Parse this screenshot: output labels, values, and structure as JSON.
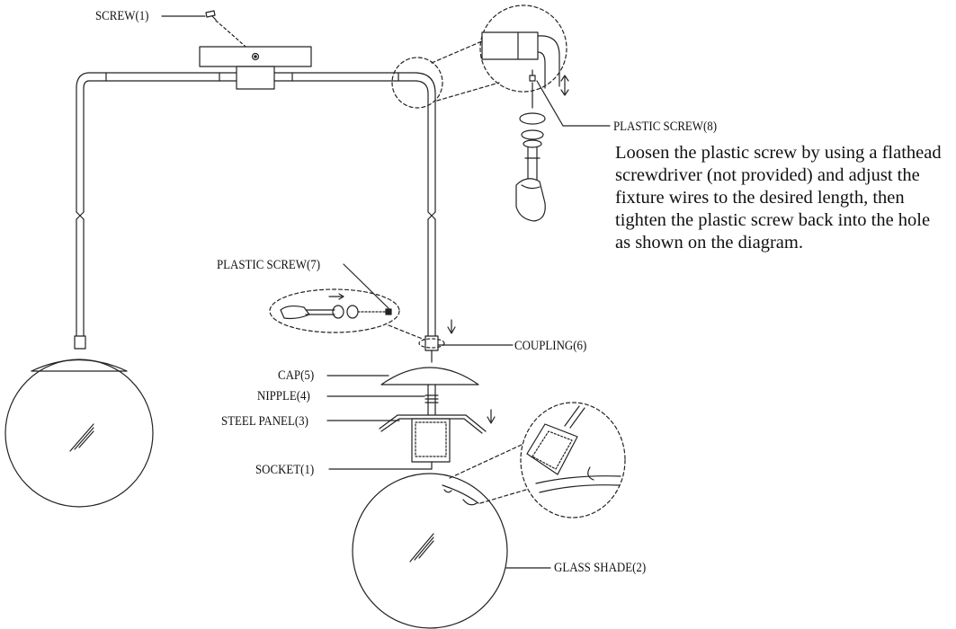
{
  "labels": {
    "screw": "SCREW(1)",
    "plastic_screw_8": "PLASTIC SCREW(8)",
    "plastic_screw_7": "PLASTIC SCREW(7)",
    "coupling": "COUPLING(6)",
    "cap": "CAP(5)",
    "nipple": "NIPPLE(4)",
    "steel_panel": "STEEL PANEL(3)",
    "socket": "SOCKET(1)",
    "glass_shade": "GLASS SHADE(2)"
  },
  "instruction": {
    "lines": [
      "Loosen the plastic screw by using a flathead",
      "screwdriver (not provided) and adjust the",
      "fixture wires to the desired length, then",
      "tighten the plastic screw back into the hole",
      "as shown on the diagram."
    ]
  },
  "colors": {
    "line": "#222222",
    "background": "#ffffff"
  }
}
